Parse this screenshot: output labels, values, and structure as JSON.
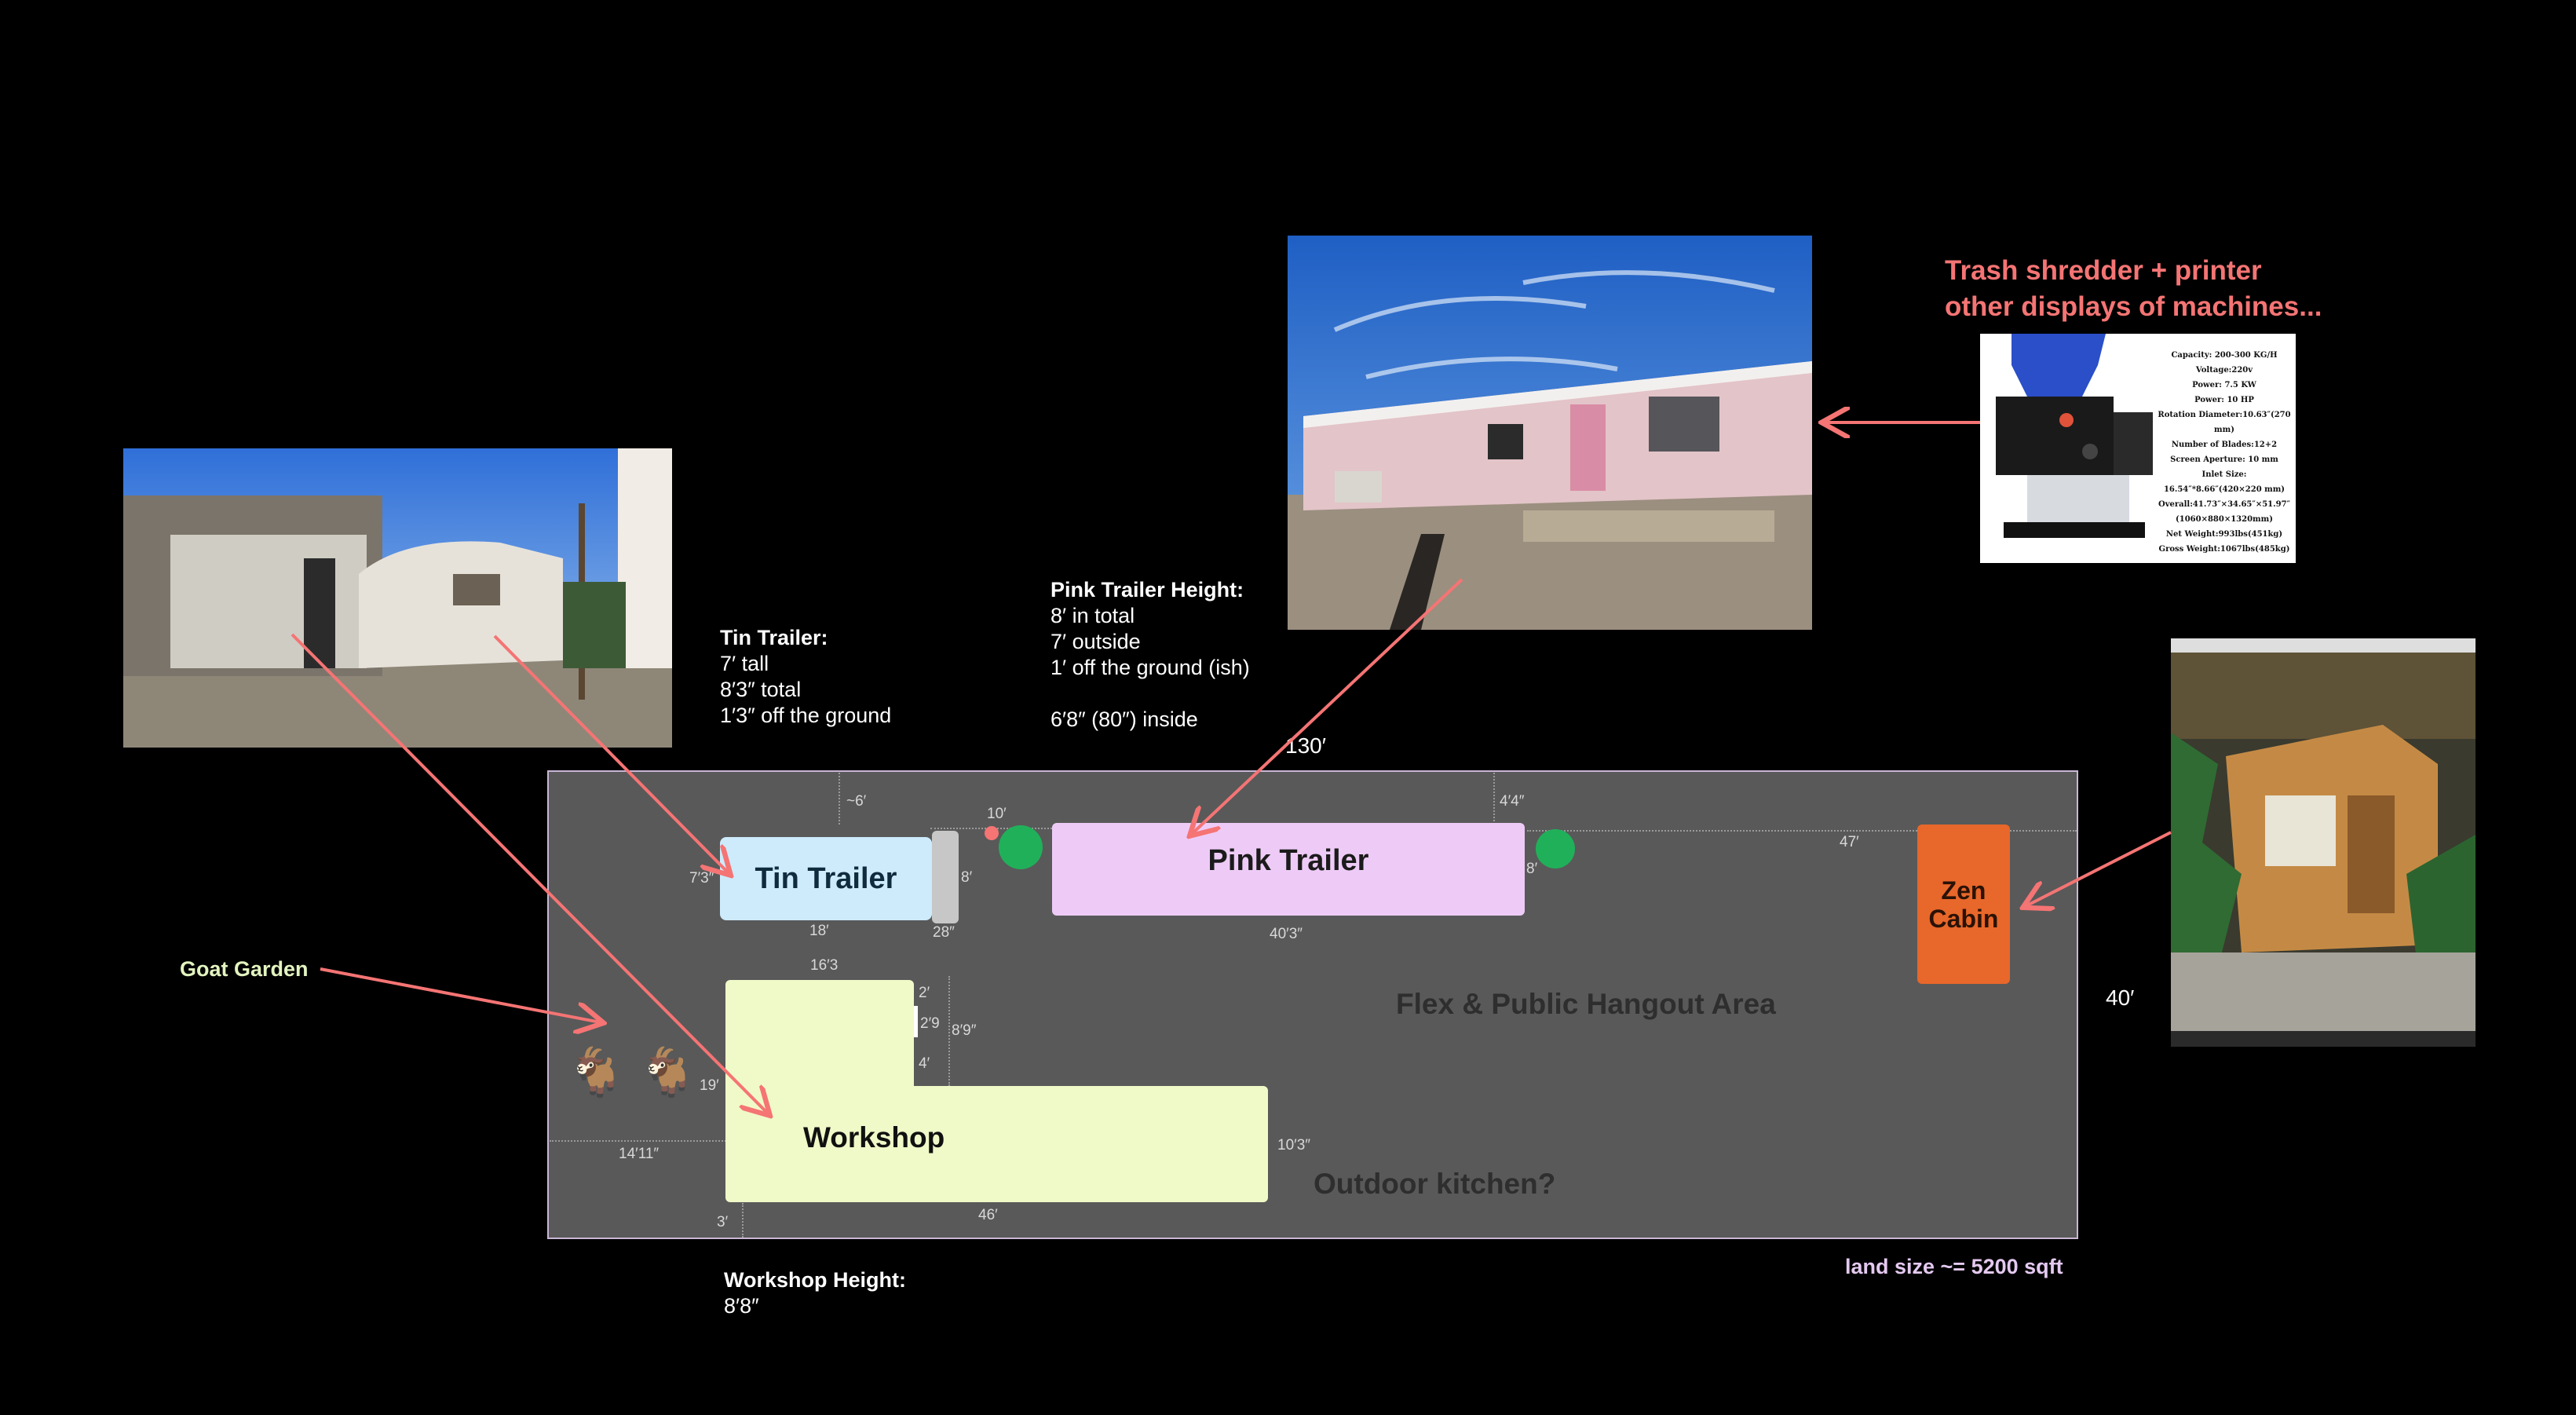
{
  "colors": {
    "background": "#000000",
    "lot": "#595959",
    "tin_trailer": "#cdebfb",
    "pink_trailer": "#eecbf7",
    "workshop": "#f0f9c8",
    "zen_cabin": "#e8672a",
    "arrow": "#f57474",
    "green_dot": "#21b05a"
  },
  "notes": {
    "trash_line1": "Trash shredder + printer",
    "trash_line2": "other displays of machines...",
    "tin_title": "Tin Trailer:",
    "tin_lines": [
      "7′ tall",
      "8′3″ total",
      "1′3″ off the ground"
    ],
    "pink_title": "Pink Trailer Height:",
    "pink_lines": [
      "8′ in total",
      "7′ outside",
      "1′ off the ground (ish)",
      "",
      "6′8″ (80″) inside"
    ],
    "workshop_title": "Workshop Height:",
    "workshop_line": "8′8″",
    "goat_garden": "Goat Garden",
    "land_size": "land size ~= 5200 sqft",
    "width_130": "130′",
    "depth_40": "40′"
  },
  "plan": {
    "tin_trailer": "Tin Trailer",
    "pink_trailer": "Pink Trailer",
    "workshop": "Workshop",
    "zen_cabin_1": "Zen",
    "zen_cabin_2": "Cabin",
    "flex_area": "Flex & Public Hangout Area",
    "outdoor_kitchen": "Outdoor kitchen?",
    "goats": "🐐 🐐"
  },
  "dimensions": {
    "d_6": "~6′",
    "d_10": "10′",
    "d_4_4": "4′4″",
    "d_47": "47′",
    "d_7_3": "7′3″",
    "d_8a": "8′",
    "d_8b": "8′",
    "d_18": "18′",
    "d_28": "28″",
    "d_40_3": "40′3″",
    "d_16_3": "16′3",
    "d_2": "2′",
    "d_2_9": "2′9",
    "d_8_9": "8′9″",
    "d_4": "4′",
    "d_19": "19′",
    "d_14_11": "14′11″",
    "d_10_3": "10′3″",
    "d_3": "3′",
    "d_46": "46′"
  },
  "shredder_specs": {
    "lines": [
      "Capacity: 200-300 KG/H",
      "Voltage:220v",
      "Power: 7.5 KW",
      "Power: 10 HP",
      "Rotation Diameter:10.63″(270 mm)",
      "Number of Blades:12+2",
      "Screen Aperture: 10 mm",
      "Inlet Size:",
      "16.54″*8.66″(420×220 mm)",
      "Overall:41.73″×34.65″×51.97″",
      "(1060×880×1320mm)",
      "Net Weight:993lbs(451kg)",
      "Gross Weight:1067lbs(485kg)"
    ]
  }
}
